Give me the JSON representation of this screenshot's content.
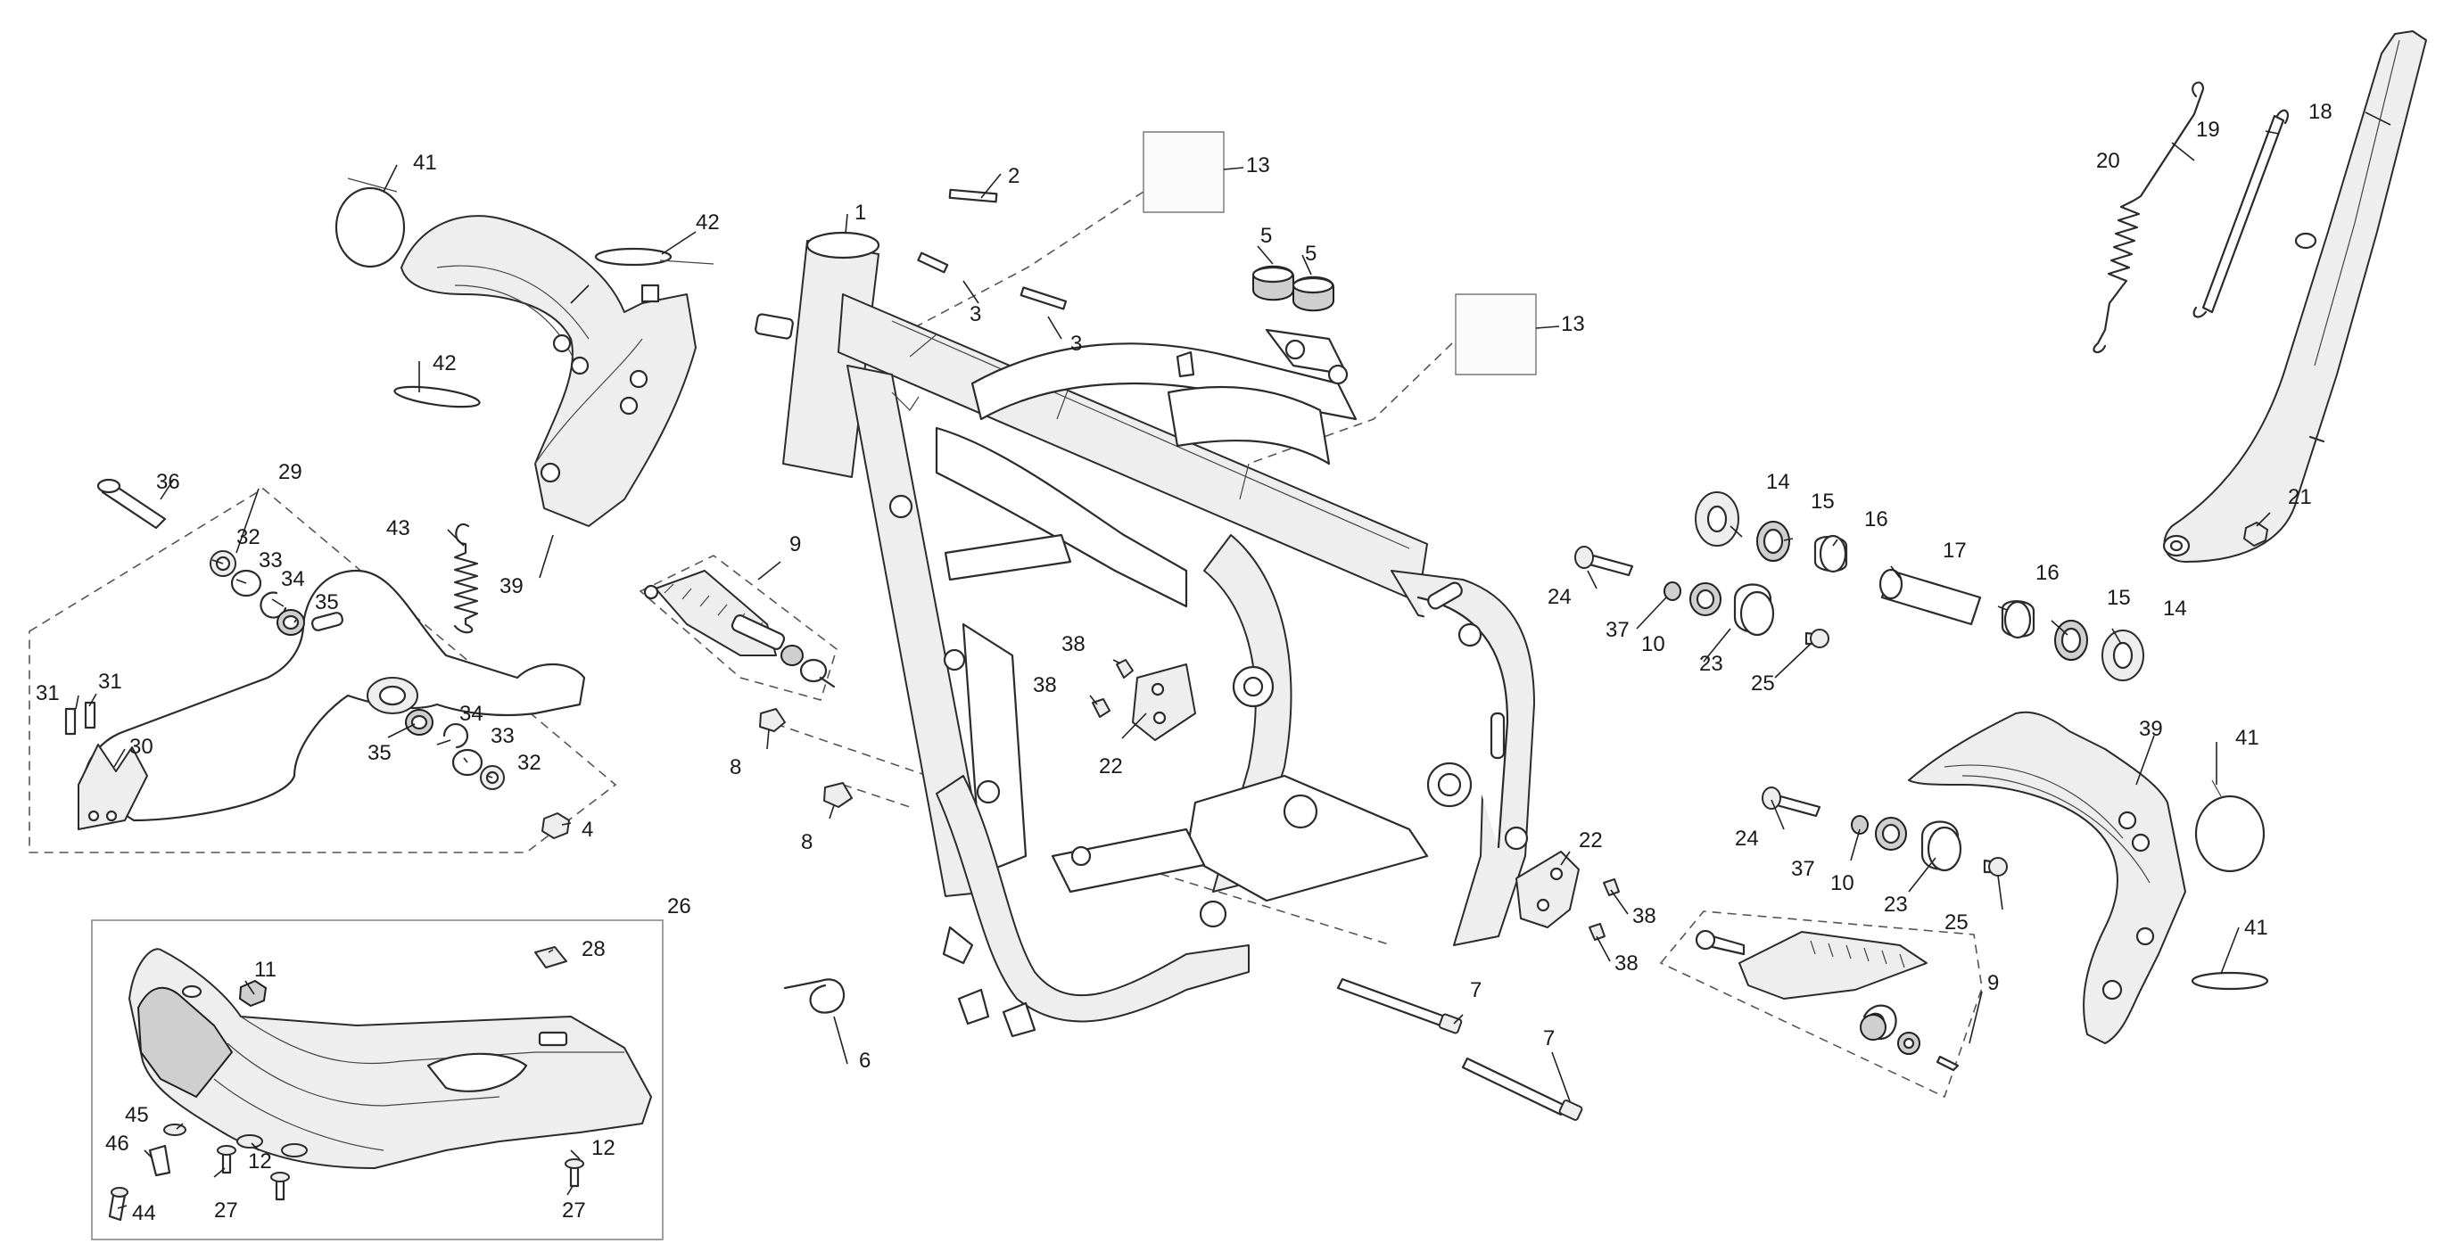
{
  "callouts": {
    "frame": "1",
    "cap_pin": "2",
    "pin_a": "3",
    "pin_b": "3",
    "nut_skid_left": "4",
    "rubber_a": "5",
    "rubber_b": "5",
    "spring_return": "6",
    "axle_upper": "7",
    "axle_lower": "7",
    "bolt_a": "8",
    "bolt_b": "8",
    "footpeg_left_group": "9",
    "footpeg_right_group": "9",
    "bush_l": "10",
    "bush_r": "10",
    "skid_nut": "11",
    "washer_a": "12",
    "washer_b": "12",
    "sticker_a": "13",
    "sticker_b": "13",
    "ring_14_a": "14",
    "ring_14_b": "14",
    "bearing_15_a": "15",
    "bearing_15_b": "15",
    "bearing_16_a": "16",
    "bearing_16_b": "16",
    "spacer_17": "17",
    "sidestand_18": "18",
    "spring_19": "19",
    "spring_20": "20",
    "nut_21": "21",
    "bracket_22_a": "22",
    "bracket_22_b": "22",
    "bush_23_a": "23",
    "bush_23_b": "23",
    "bolt_24_a": "24",
    "bolt_24_b": "24",
    "screw_25_a": "25",
    "screw_25_b": "25",
    "skidplate_group": "26",
    "screw_27_a": "27",
    "screw_27_b": "27",
    "clip_28": "28",
    "brake_pedal_group": "29",
    "pedal_tip": "30",
    "pin_31_a": "31",
    "pin_31_b": "31",
    "washer_32_a": "32",
    "washer_32_b": "32",
    "seal_33_a": "33",
    "seal_33_b": "33",
    "circlip_34_a": "34",
    "circlip_34_b": "34",
    "bearing_35_a": "35",
    "bearing_35_b": "35",
    "pivot_36": "36",
    "washer_37_a": "37",
    "washer_37_b": "37",
    "screw_38_a": "38",
    "screw_38_b": "38",
    "screw_38_c": "38",
    "screw_38_d": "38",
    "guard_39_a": "39",
    "guard_39_b": "39",
    "tie_41_a": "41",
    "tie_41_b": "41",
    "tie_41_c": "41",
    "strap_42_a": "42",
    "strap_42_b": "42",
    "spring_43": "43",
    "bolt_44": "44",
    "washer_45": "45",
    "bracket_46": "46"
  },
  "colors": {
    "line": "#2b2b2b",
    "fill_light": "#eeeeee",
    "fill_dark": "#cfcfcf",
    "background": "#ffffff"
  },
  "icons": {
    "frame": "motorcycle-frame-icon",
    "footpeg": "footpeg-icon",
    "sidestand": "sidestand-icon",
    "skidplate": "skid-plate-icon",
    "brake_pedal": "brake-pedal-icon",
    "exhaust_guard": "heat-guard-icon"
  }
}
